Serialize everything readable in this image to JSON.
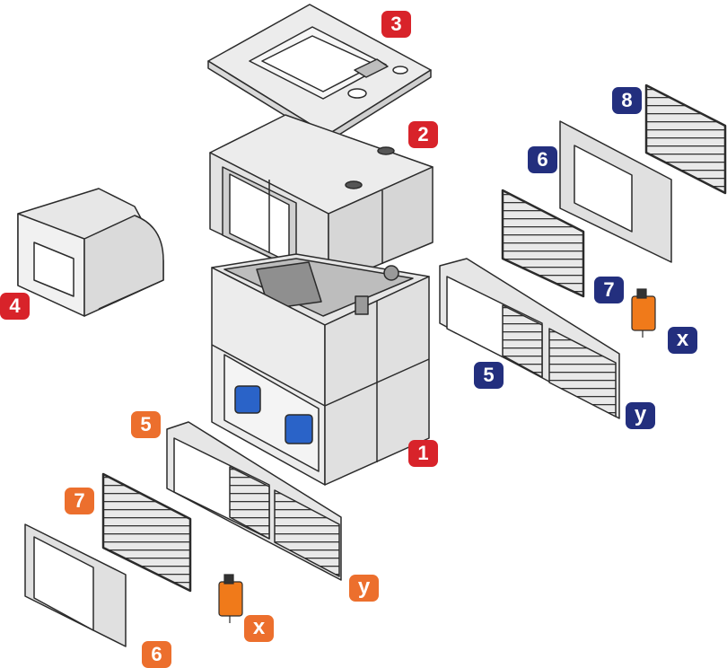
{
  "colors": {
    "red": "#d8232a",
    "orange": "#ec6f2d",
    "navy": "#232f7e",
    "panel": "#ececec",
    "outline": "#2b2b2b",
    "motor_blue": "#2a63c8",
    "actuator_orange": "#f07a1a"
  },
  "labels": {
    "unit_body": "1",
    "unit_top": "2",
    "roof_cap": "3",
    "side_hood": "4",
    "mixing_box_blue": "5",
    "frame_blue": "6",
    "damper_blue": "7",
    "grille_blue": "8",
    "actuator_blue": "x",
    "damper_set_blue": "y",
    "mixing_box_orange": "5",
    "damper_orange": "7",
    "actuator_orange": "x",
    "damper_set_orange": "y",
    "frame_orange": "6"
  }
}
